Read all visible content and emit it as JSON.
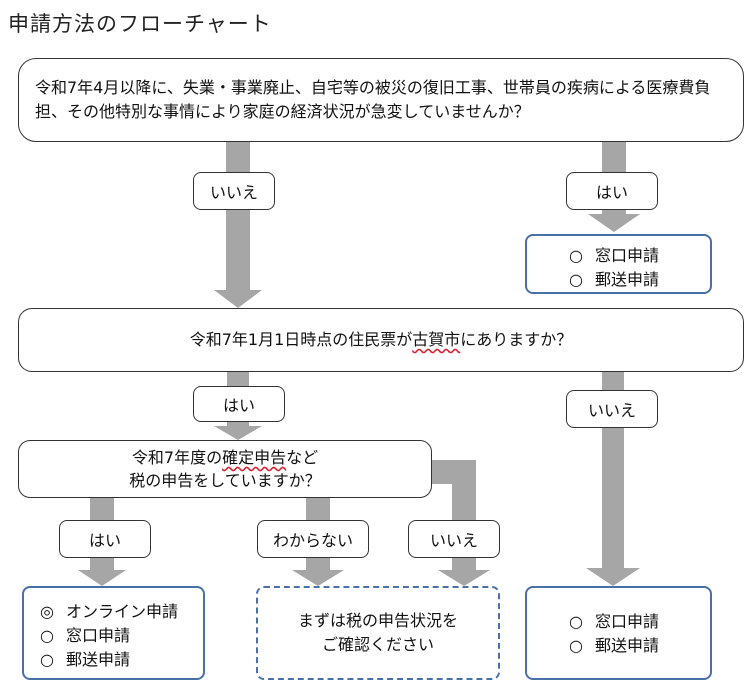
{
  "title": "申請方法のフローチャート",
  "questions": {
    "q1": "令和7年4月以降に、失業・事業廃止、自宅等の被災の復旧工事、世帯員の疾病による医療費負担、その他特別な事情により家庭の経済状況が急変していませんか？",
    "q2_before": "令和7年1月1日時点の住民票が",
    "q2_city": "古賀市",
    "q2_after": "にありますか？",
    "q3_line1_before": "令和7年度の",
    "q3_line1_mark": "確定申告",
    "q3_line1_after": "など",
    "q3_line2": "税の申告をしていますか？"
  },
  "labels": {
    "q1_no": "いいえ",
    "q1_yes": "はい",
    "q2_yes": "はい",
    "q2_no": "いいえ",
    "q3_yes": "はい",
    "q3_unknown": "わからない",
    "q3_no": "いいえ"
  },
  "results": {
    "r1": [
      {
        "mark": "○",
        "text": "窓口申請"
      },
      {
        "mark": "○",
        "text": "郵送申請"
      }
    ],
    "r2": [
      {
        "mark": "◎",
        "text": "オンライン申請"
      },
      {
        "mark": "○",
        "text": "窓口申請"
      },
      {
        "mark": "○",
        "text": "郵送申請"
      }
    ],
    "r3": "まずは税の申告状況を\nご確認ください",
    "r4": [
      {
        "mark": "○",
        "text": "窓口申請"
      },
      {
        "mark": "○",
        "text": "郵送申請"
      }
    ]
  },
  "colors": {
    "arrow": "#a6a6a6",
    "result_border": "#4a70a8",
    "box_border": "#333333"
  }
}
